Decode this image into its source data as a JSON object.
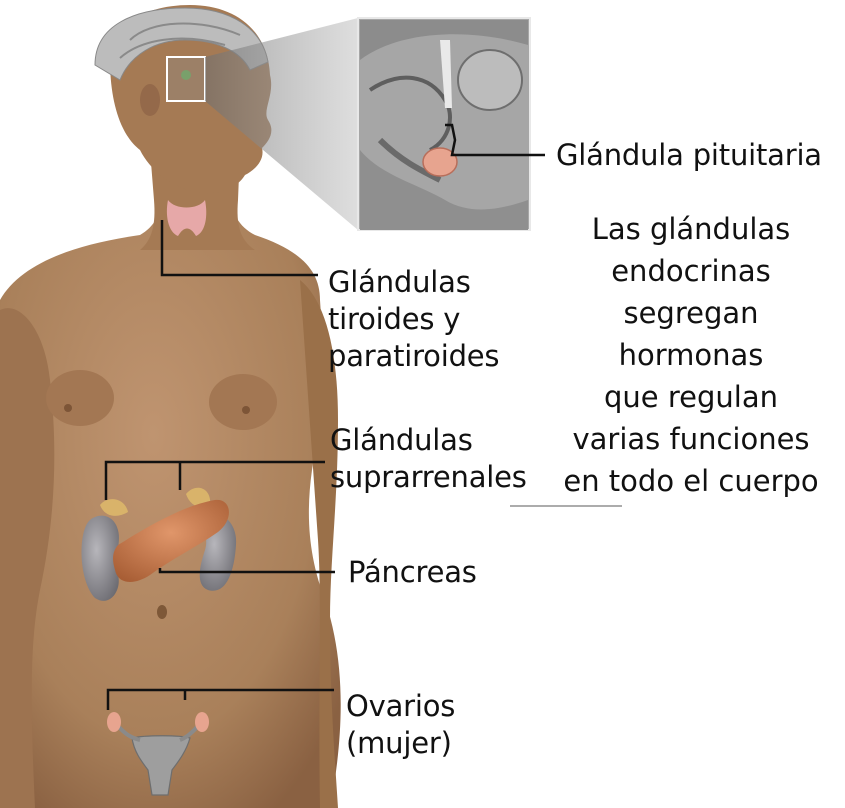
{
  "labels": {
    "pituitary": "Glándula pituitaria",
    "thyroid": [
      "Glándulas",
      "tiroides y",
      "paratiroides"
    ],
    "adrenal": [
      "Glándulas",
      "suprarrenales"
    ],
    "pancreas": "Páncreas",
    "ovaries": [
      "Ovarios",
      "(mujer)"
    ]
  },
  "caption": [
    "Las glándulas",
    "endocrinas",
    "segregan",
    "hormonas",
    "que regulan",
    "varias funciones",
    "en todo el cuerpo"
  ],
  "colors": {
    "skin": "#b0835d",
    "skin_shadow": "#8a6142",
    "gland_pink": "#e7a48f",
    "pancreas": "#c97a4c",
    "kidney": "#8e8d93",
    "adrenal": "#d9b36a",
    "inset_gray": "#9a9a9a",
    "leader_line": "#111111"
  }
}
